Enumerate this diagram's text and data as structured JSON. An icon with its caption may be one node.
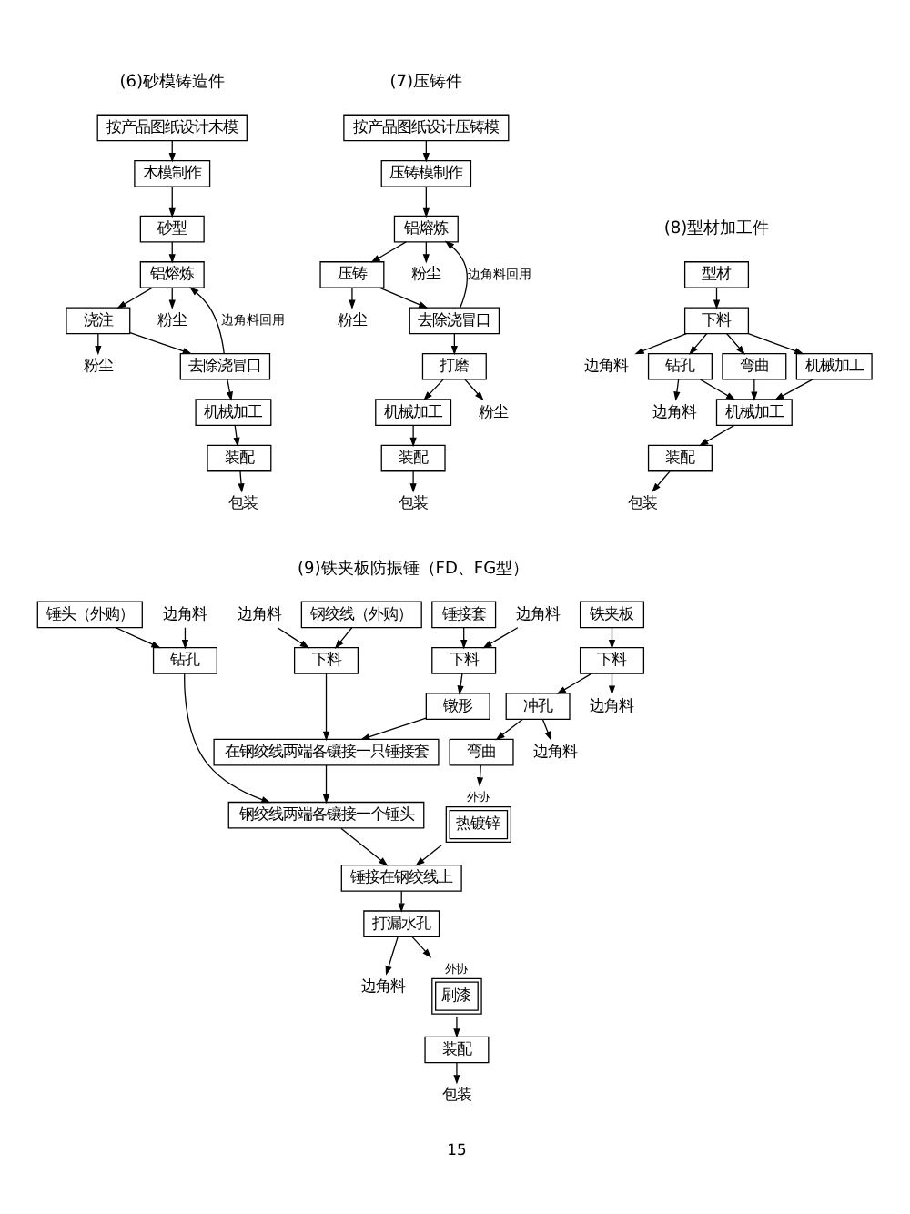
{
  "diagram": {
    "nodes": [
      {
        "text": [
          "按产品图纸设计木模"
        ]
      },
      {
        "text": [
          "木模制作"
        ]
      },
      {
        "text": [
          "砂型"
        ]
      },
      {
        "text": [
          "铝熔炼"
        ]
      },
      {
        "text": [
          "浇注"
        ]
      },
      {
        "text": [
          "去除浇冒口"
        ]
      },
      {
        "text": [
          "机械加工"
        ]
      },
      {
        "text": [
          "装配"
        ]
      },
      {
        "text": [
          "包装"
        ]
      },
      {
        "text": [
          "粉尘"
        ]
      },
      {
        "text": [
          "粉尘"
        ]
      },
      {
        "text": [
          "按产品图纸设计压铸模"
        ]
      },
      {
        "text": [
          "压铸模制作"
        ]
      },
      {
        "text": [
          "铝熔炼"
        ]
      },
      {
        "text": [
          "压铸"
        ]
      },
      {
        "text": [
          "去除浇冒口"
        ]
      },
      {
        "text": [
          "打磨"
        ]
      },
      {
        "text": [
          "机械加工"
        ]
      },
      {
        "text": [
          "装配"
        ]
      },
      {
        "text": [
          "包装"
        ]
      },
      {
        "text": [
          "粉尘"
        ]
      },
      {
        "text": [
          "粉尘"
        ]
      },
      {
        "text": [
          "粉尘"
        ]
      },
      {
        "text": [
          "型材"
        ]
      },
      {
        "text": [
          "下料"
        ]
      },
      {
        "text": [
          "边角料"
        ]
      },
      {
        "text": [
          "钻孔"
        ]
      },
      {
        "text": [
          "边角料"
        ]
      },
      {
        "text": [
          "弯曲"
        ]
      },
      {
        "text": [
          "机械加工"
        ]
      },
      {
        "text": [
          "机械加工"
        ]
      },
      {
        "text": [
          "装配"
        ]
      },
      {
        "text": [
          "包装"
        ]
      },
      {
        "text": [
          "钢绞线（外购）"
        ]
      },
      {
        "text": [
          "边角料"
        ]
      },
      {
        "text": [
          "下料"
        ]
      },
      {
        "text": [
          "锤接套"
        ]
      },
      {
        "text": [
          "边角料"
        ]
      },
      {
        "text": [
          "下料"
        ]
      },
      {
        "text": [
          "镦形"
        ]
      },
      {
        "text": [
          "在钢绞线两端各镶接一只锤接套"
        ]
      },
      {
        "text": [
          "锤头（外购）"
        ]
      },
      {
        "text": [
          "边角料"
        ]
      },
      {
        "text": [
          "钻孔"
        ]
      },
      {
        "text": [
          "钢绞线两端各镶接一个锤头"
        ]
      },
      {
        "text": [
          "铁夹板"
        ]
      },
      {
        "text": [
          "下料"
        ]
      },
      {
        "text": [
          "边角料"
        ]
      },
      {
        "text": [
          "冲孔"
        ]
      },
      {
        "text": [
          "边角料"
        ]
      },
      {
        "text": [
          "弯曲"
        ]
      },
      {
        "text": [
          "热镀锌"
        ],
        "beside": [
          "外协"
        ]
      },
      {
        "text": [
          "锤接在钢绞线上"
        ]
      },
      {
        "text": [
          "打漏水孔"
        ]
      },
      {
        "text": [
          "边角料"
        ]
      },
      {
        "text": [
          "刷漆"
        ],
        "beside": [
          "外协"
        ]
      },
      {
        "text": [
          "装配"
        ]
      },
      {
        "text": [
          "包装"
        ]
      }
    ],
    "edges": [
      {
        "from": 0,
        "to": 1,
        "arrow": "to"
      },
      {
        "from": 1,
        "to": 2,
        "arrow": "to"
      },
      {
        "from": 2,
        "to": 3,
        "arrow": "to"
      },
      {
        "from": 3,
        "to": 4,
        "arrow": "to"
      },
      {
        "from": 4,
        "to": 5,
        "arrow": "to"
      },
      {
        "from": 5,
        "to": 6,
        "arrow": "to"
      },
      {
        "from": 6,
        "to": 7,
        "arrow": "to"
      },
      {
        "from": 7,
        "to": 8,
        "arrow": "to"
      },
      {
        "from": 3,
        "to": 9,
        "arrow": "to"
      },
      {
        "from": 4,
        "to": 10,
        "arrow": "to"
      },
      {
        "from": 5,
        "to": 3,
        "arrow": "to",
        "label": "边角料回用"
      },
      {
        "from": 11,
        "to": 12,
        "arrow": "to"
      },
      {
        "from": 12,
        "to": 13,
        "arrow": "to"
      },
      {
        "from": 13,
        "to": 14,
        "arrow": "to"
      },
      {
        "from": 14,
        "to": 15,
        "arrow": "to"
      },
      {
        "from": 15,
        "to": 16,
        "arrow": "to"
      },
      {
        "from": 16,
        "to": 17,
        "arrow": "to"
      },
      {
        "from": 17,
        "to": 18,
        "arrow": "to"
      },
      {
        "from": 18,
        "to": 19,
        "arrow": "to"
      },
      {
        "from": 13,
        "to": 20,
        "arrow": "to"
      },
      {
        "from": 14,
        "to": 21,
        "arrow": "to"
      },
      {
        "from": 16,
        "to": 22,
        "arrow": "to"
      },
      {
        "from": 15,
        "to": 13,
        "arrow": "to",
        "label": "边角料回用"
      },
      {
        "from": 23,
        "to": 24,
        "arrow": "to"
      },
      {
        "from": 24,
        "to": 25,
        "arrow": "to"
      },
      {
        "from": 24,
        "to": 26,
        "arrow": "to"
      },
      {
        "from": 24,
        "to": 28,
        "arrow": "to"
      },
      {
        "from": 24,
        "to": 29,
        "arrow": "to"
      },
      {
        "from": 26,
        "to": 27,
        "arrow": "to"
      },
      {
        "from": 26,
        "to": 30,
        "arrow": "to"
      },
      {
        "from": 28,
        "to": 30,
        "arrow": "to"
      },
      {
        "from": 29,
        "to": 30,
        "arrow": "to"
      },
      {
        "from": 30,
        "to": 31,
        "arrow": "to"
      },
      {
        "from": 31,
        "to": 32,
        "arrow": "to"
      },
      {
        "from": 33,
        "to": 35,
        "arrow": "to"
      },
      {
        "from": 34,
        "to": 35,
        "arrow": "to"
      },
      {
        "from": 36,
        "to": 38,
        "arrow": "to"
      },
      {
        "from": 37,
        "to": 38,
        "arrow": "to"
      },
      {
        "from": 38,
        "to": 39,
        "arrow": "to"
      },
      {
        "from": 35,
        "to": 40,
        "arrow": "to"
      },
      {
        "from": 39,
        "to": 40,
        "arrow": "to"
      },
      {
        "from": 40,
        "to": 44,
        "arrow": "to"
      },
      {
        "from": 41,
        "to": 43,
        "arrow": "to"
      },
      {
        "from": 42,
        "to": 43,
        "arrow": "to"
      },
      {
        "from": 43,
        "to": 44,
        "arrow": "to"
      },
      {
        "from": 45,
        "to": 46,
        "arrow": "to"
      },
      {
        "from": 46,
        "to": 47,
        "arrow": "to"
      },
      {
        "from": 46,
        "to": 48,
        "arrow": "to"
      },
      {
        "from": 48,
        "to": 49,
        "arrow": "to"
      },
      {
        "from": 48,
        "to": 50,
        "arrow": "to"
      },
      {
        "from": 50,
        "to": 51,
        "arrow": "to"
      },
      {
        "from": 44,
        "to": 52,
        "arrow": "to"
      },
      {
        "from": 51,
        "to": 52,
        "arrow": "to"
      },
      {
        "from": 52,
        "to": 53,
        "arrow": "to"
      },
      {
        "from": 53,
        "to": 54,
        "arrow": "to"
      },
      {
        "from": 53,
        "to": 55,
        "arrow": "to"
      },
      {
        "from": 55,
        "to": 56,
        "arrow": "to"
      },
      {
        "from": 56,
        "to": 57,
        "arrow": "to"
      }
    ],
    "labels": [
      "(6)砂模铸造件",
      "(7)压铸件",
      "(8)型材加工件",
      "(9)铁夹板防振锤（FD、FG型）",
      "15"
    ]
  }
}
